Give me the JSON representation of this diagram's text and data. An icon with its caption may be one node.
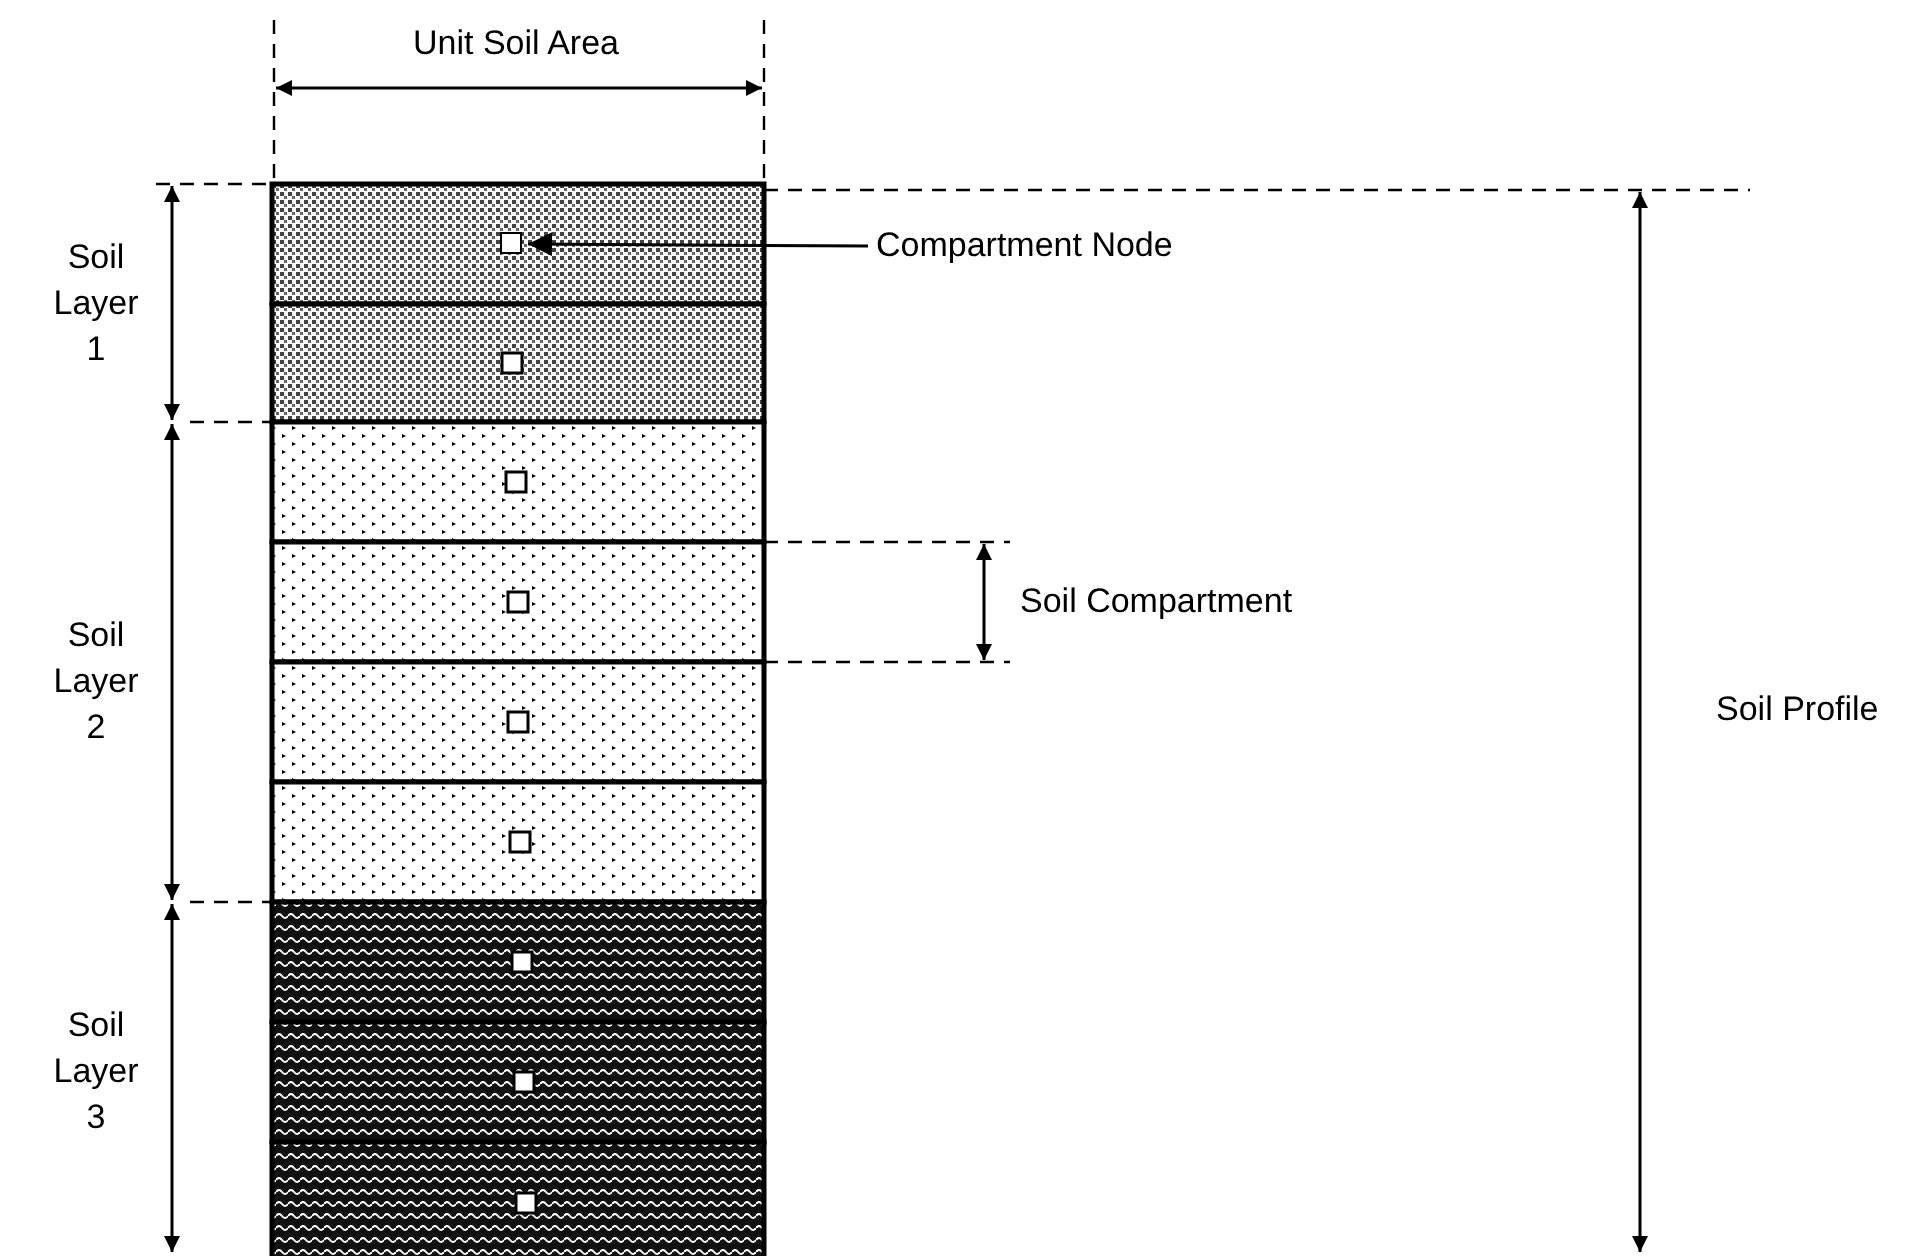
{
  "diagram": {
    "nodes": [
      {
        "text": [
          "Compartment Node"
        ]
      },
      {
        "text": [],
        "shape": "box"
      }
    ],
    "edges": [
      {
        "from": 0,
        "to": 1,
        "arrow": "to"
      }
    ],
    "labels": [
      "Unit Soil Area",
      "Soil Layer 1",
      "Soil Compartment",
      "Soil Layer 2",
      "Soil Profile",
      "Soil Layer 3"
    ]
  }
}
